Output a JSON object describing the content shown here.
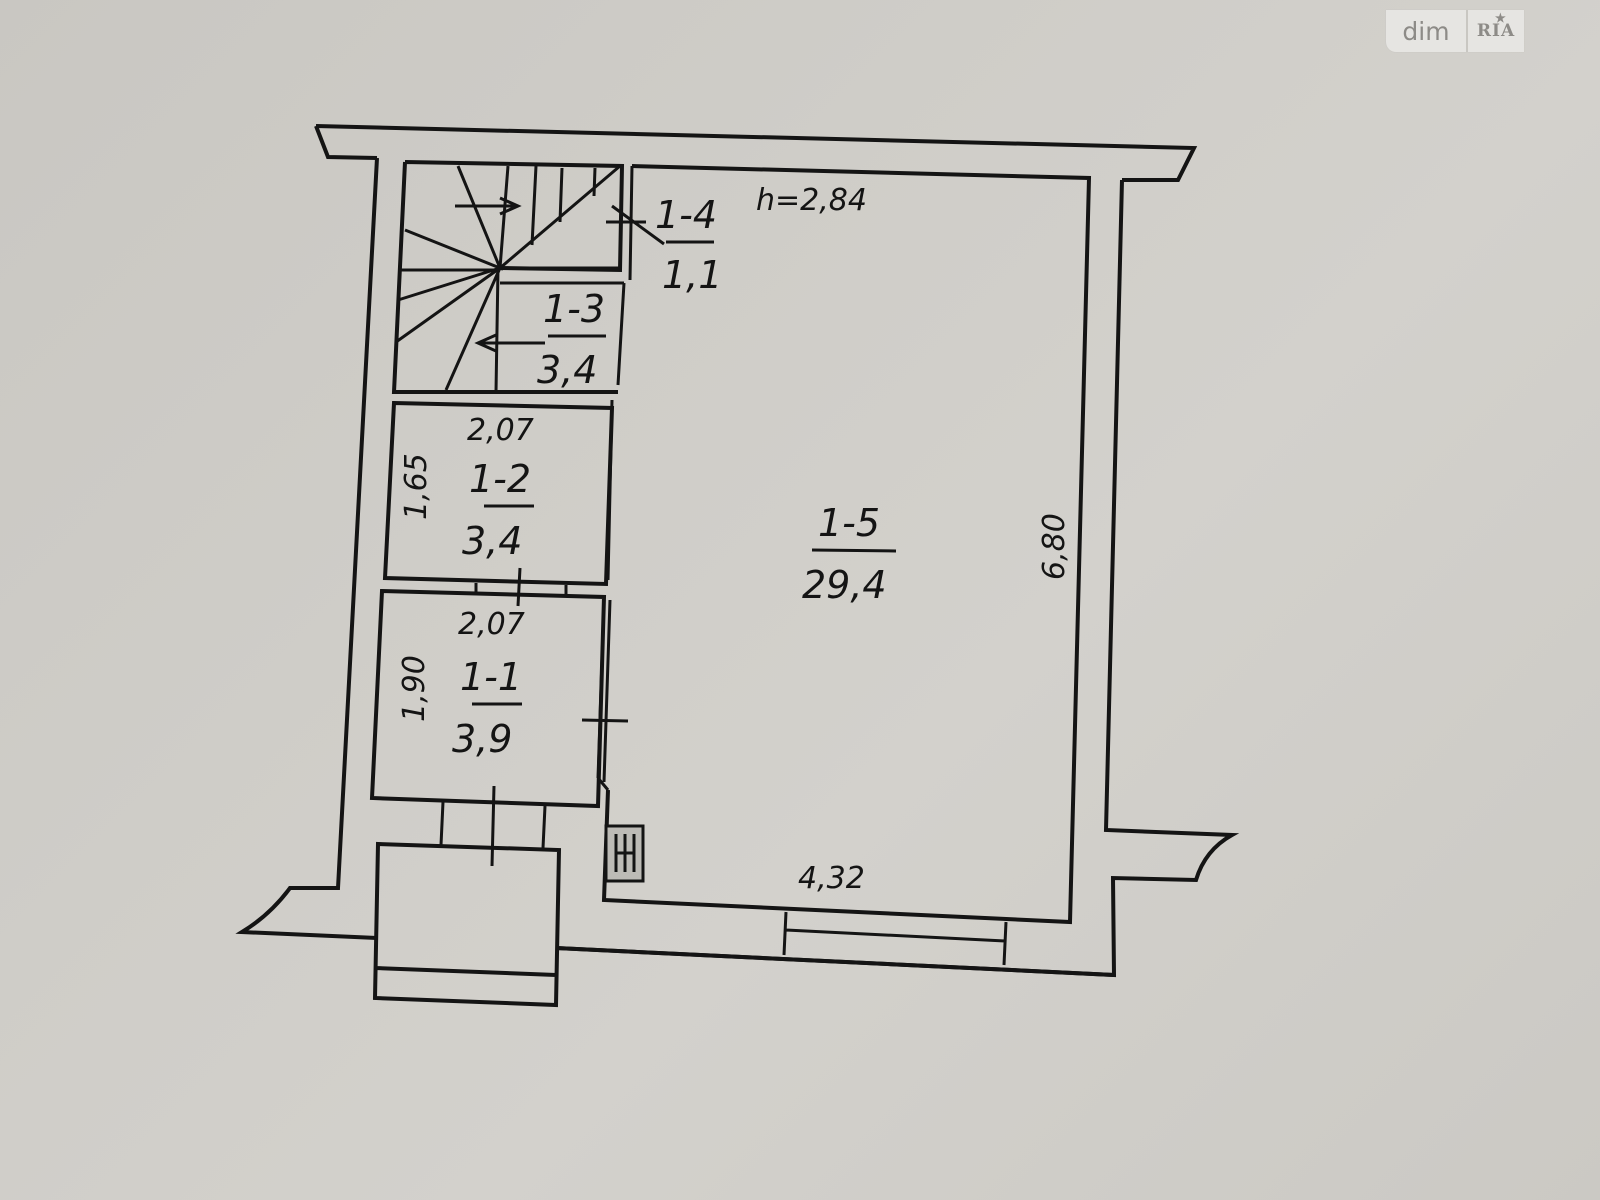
{
  "watermark": {
    "brand_left": "dim",
    "brand_right": "RIA",
    "star_icon": "★"
  },
  "floor_plan": {
    "ceiling_height_label": "h=2,84",
    "rooms": [
      {
        "id": "1-1",
        "area": "3,9",
        "width_dim": "2,07",
        "depth_dim": "1,90"
      },
      {
        "id": "1-2",
        "area": "3,4",
        "width_dim": "2,07",
        "depth_dim": "1,65"
      },
      {
        "id": "1-3",
        "area": "3,4"
      },
      {
        "id": "1-4",
        "area": "1,1"
      },
      {
        "id": "1-5",
        "area": "29,4",
        "width_dim": "4,32",
        "depth_dim": "6,80"
      }
    ]
  }
}
